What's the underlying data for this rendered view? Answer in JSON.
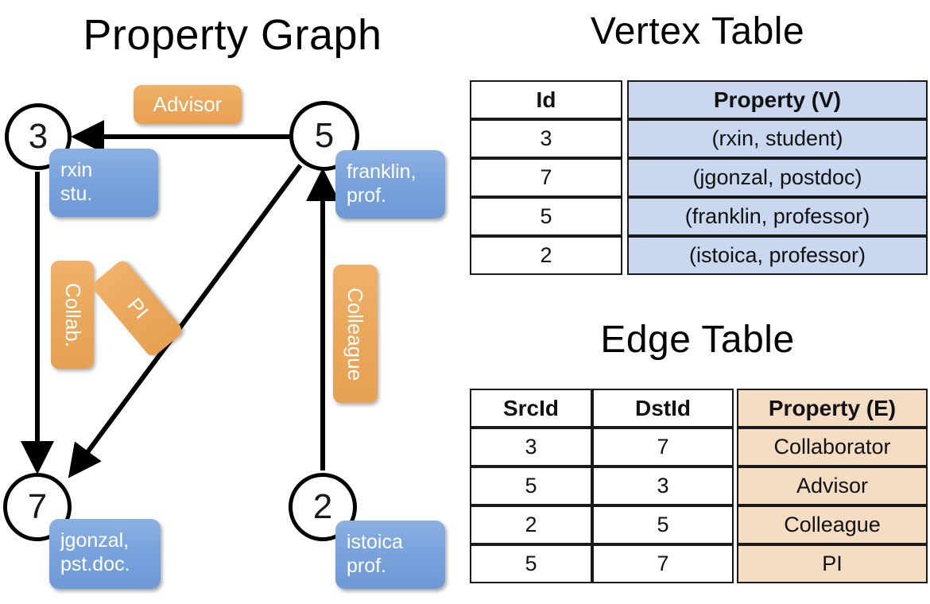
{
  "titles": {
    "property_graph": "Property Graph",
    "vertex_table": "Vertex Table",
    "edge_table": "Edge Table"
  },
  "graph": {
    "nodes": [
      {
        "id": "3",
        "property": "rxin\nstu."
      },
      {
        "id": "5",
        "property": "franklin,\nprof."
      },
      {
        "id": "7",
        "property": "jgonzal,\npst.doc."
      },
      {
        "id": "2",
        "property": "istoica\nprof."
      }
    ],
    "node_labels": {
      "n3": "3",
      "n5": "5",
      "n7": "7",
      "n2": "2"
    },
    "property_boxes": {
      "rxin_line1": "rxin",
      "rxin_line2": "stu.",
      "franklin_line1": "franklin,",
      "franklin_line2": "prof.",
      "jgonzal_line1": "jgonzal,",
      "jgonzal_line2": "pst.doc.",
      "istoica_line1": "istoica",
      "istoica_line2": "prof."
    },
    "edge_labels": {
      "advisor": "Advisor",
      "collab": "Collab.",
      "pi": "PI",
      "colleague": "Colleague"
    },
    "edges": [
      {
        "src": "5",
        "dst": "3",
        "label": "Advisor"
      },
      {
        "src": "3",
        "dst": "7",
        "label": "Collab."
      },
      {
        "src": "5",
        "dst": "7",
        "label": "PI"
      },
      {
        "src": "2",
        "dst": "5",
        "label": "Colleague"
      }
    ]
  },
  "vertex_table": {
    "headers": [
      "Id",
      "Property (V)"
    ],
    "rows": [
      {
        "id": "3",
        "property": "(rxin, student)"
      },
      {
        "id": "7",
        "property": "(jgonzal, postdoc)"
      },
      {
        "id": "5",
        "property": "(franklin, professor)"
      },
      {
        "id": "2",
        "property": "(istoica, professor)"
      }
    ]
  },
  "edge_table": {
    "headers": [
      "SrcId",
      "DstId",
      "Property (E)"
    ],
    "rows": [
      {
        "src": "3",
        "dst": "7",
        "property": "Collaborator"
      },
      {
        "src": "5",
        "dst": "3",
        "property": "Advisor"
      },
      {
        "src": "2",
        "dst": "5",
        "property": "Colleague"
      },
      {
        "src": "5",
        "dst": "7",
        "property": "PI"
      }
    ]
  },
  "colors": {
    "vertex_property_fill": "#c9d8ef",
    "edge_property_fill": "#f5ddc3",
    "node_box_blue": "#7ba4dd",
    "edge_label_orange": "#eaa85c",
    "stroke": "#000000",
    "background": "#ffffff"
  }
}
